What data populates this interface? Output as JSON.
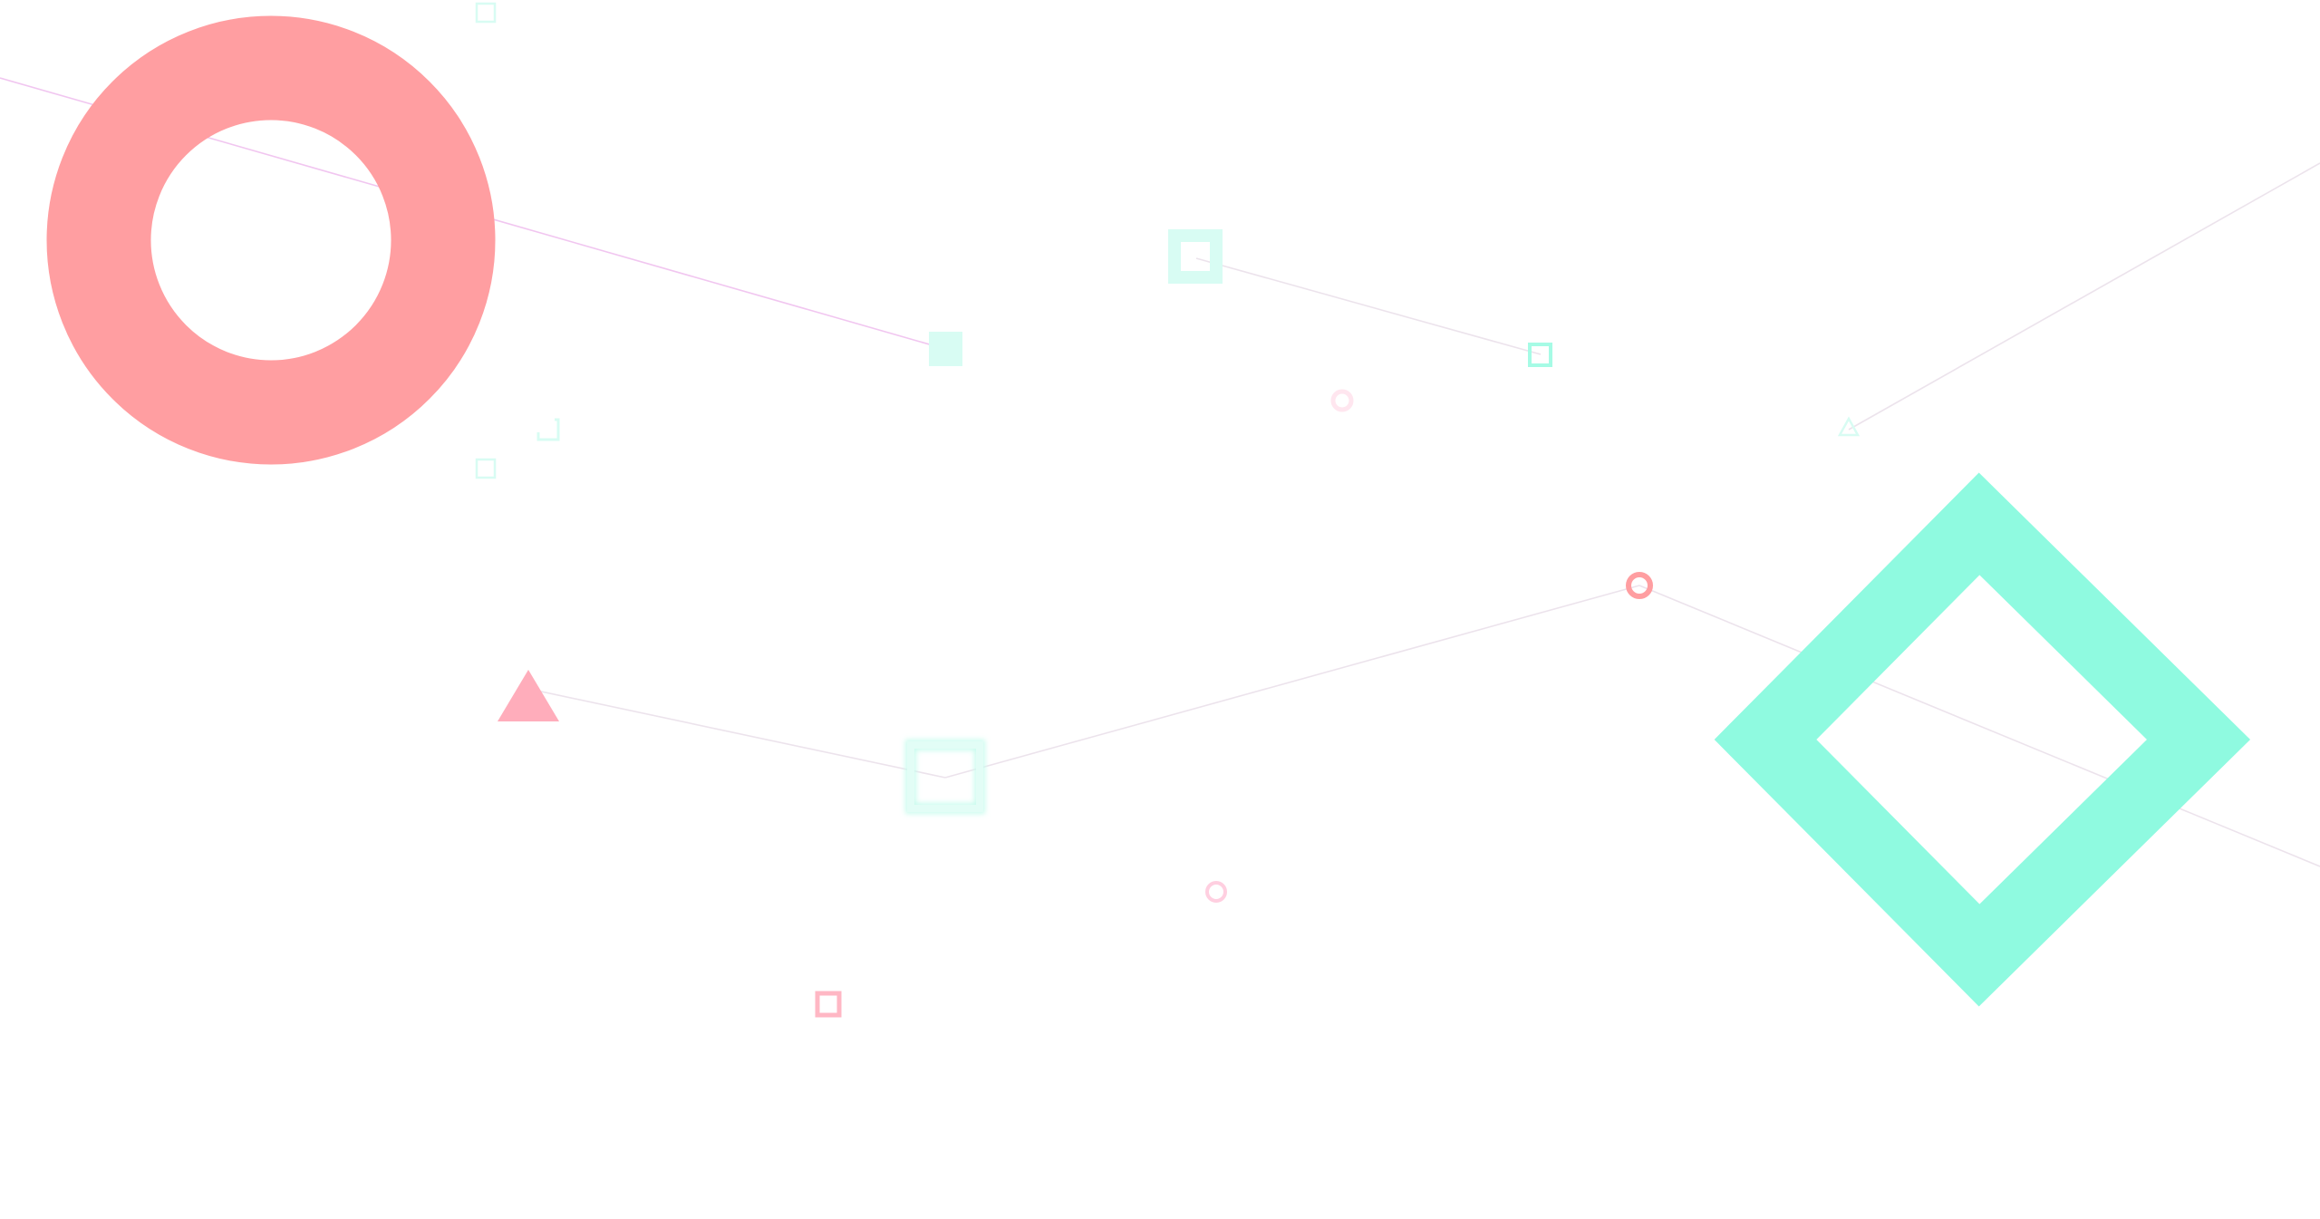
{
  "palette": {
    "background": "#ffffff",
    "coral": "#ff9ea1",
    "pink": "#ffadbb",
    "pink_light": "#ffcfe0",
    "mint": "#8ffae0",
    "mint_pale": "#d8fcf3",
    "line_pink": "#f1c6f0",
    "line_grey": "#ece3ec"
  },
  "shapes": [
    {
      "name": "large-coral-ring",
      "kind": "ring",
      "color": "coral"
    },
    {
      "name": "large-mint-diamond-outline",
      "kind": "diamond-outline",
      "color": "mint"
    },
    {
      "name": "pink-triangle",
      "kind": "triangle",
      "color": "pink"
    },
    {
      "name": "mint-square-filled",
      "kind": "square",
      "color": "mint_pale"
    },
    {
      "name": "mint-square-outline-top",
      "kind": "square-outline",
      "color": "mint_pale"
    },
    {
      "name": "mint-square-outline-small",
      "kind": "square-outline",
      "color": "mint"
    },
    {
      "name": "mint-square-outline-glow",
      "kind": "square-outline",
      "color": "mint_pale"
    },
    {
      "name": "pink-square-outline",
      "kind": "square-outline",
      "color": "pink"
    },
    {
      "name": "coral-circle-outline",
      "kind": "circle-outline",
      "color": "coral"
    },
    {
      "name": "pink-circle-outline",
      "kind": "circle-outline",
      "color": "pink_light"
    },
    {
      "name": "pink-circle-faint",
      "kind": "circle-outline",
      "color": "pink_light"
    },
    {
      "name": "mint-triangle-outline",
      "kind": "triangle-outline",
      "color": "mint_pale"
    },
    {
      "name": "mint-bracket",
      "kind": "bracket",
      "color": "mint_pale"
    },
    {
      "name": "mint-tiny-square-top",
      "kind": "square-outline",
      "color": "mint_pale"
    },
    {
      "name": "mint-tiny-square-left",
      "kind": "square-outline",
      "color": "mint_pale"
    }
  ]
}
